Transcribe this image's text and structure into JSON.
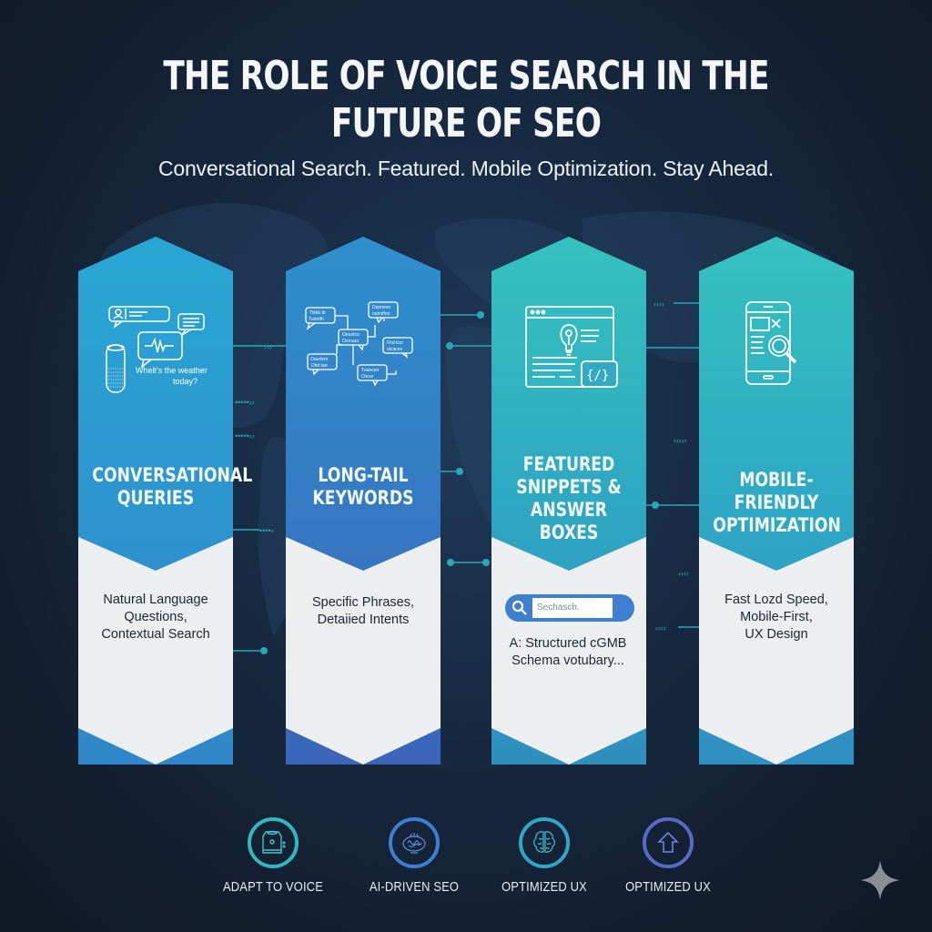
{
  "header": {
    "title_line1": "THE ROLE OF VOICE SEARCH IN THE",
    "title_line2": "FUTURE OF SEO",
    "subtitle": "Conversational Search. Featured. Mobile Optimization. Stay Ahead."
  },
  "columns": [
    {
      "title_line1": "CONVERSATIONAL",
      "title_line2": "QUERIES",
      "title_line3": "",
      "icon": "voice-assistant-chat-icon",
      "icon_caption_line1": "Whelt's the weather",
      "icon_caption_line2": "today?",
      "desc_line1": "Natural Language",
      "desc_line2": "Questions,",
      "desc_line3": "Contextual Search",
      "color_top": "#2aa6d4",
      "color_bottom": "#2f86c8"
    },
    {
      "title_line1": "LONG-TAIL",
      "title_line2": "KEYWORDS",
      "title_line3": "",
      "icon": "keyword-bubbles-icon",
      "desc_line1": "Specific Phrases,",
      "desc_line2": "Detaiied Intents",
      "desc_line3": "",
      "color_top": "#2f8fcc",
      "color_bottom": "#3a67b8"
    },
    {
      "title_line1": "FEATURED",
      "title_line2": "SNIPPETS &",
      "title_line3": "ANSWER BOXES",
      "icon": "browser-lightbulb-code-icon",
      "search_placeholder": "Sechasch.",
      "desc_line1": "A: Structured cGMB",
      "desc_line2": "Schema votubary...",
      "desc_line3": "",
      "color_top": "#34c0bf",
      "color_bottom": "#2f8fbf"
    },
    {
      "title_line1": "MOBILE-FRIENDLY",
      "title_line2": "OPTIMIZATION",
      "title_line3": "",
      "icon": "mobile-search-icon",
      "desc_line1": "Fast Lozd Speed,",
      "desc_line2": "Mobile-First,",
      "desc_line3": "UX Design",
      "color_top": "#34c0bf",
      "color_bottom": "#2f8fc3"
    }
  ],
  "bottom_items": [
    {
      "label": "ADAPT TO VOICE",
      "icon": "smart-speaker-icon",
      "ring_color": "#2fb8c0"
    },
    {
      "label": "AI-DRIVEN SEO",
      "icon": "ai-brain-cloud-icon",
      "ring_color": "#3e7fd6"
    },
    {
      "label": "OPTIMIZED UX",
      "icon": "brain-icon",
      "ring_color": "#2ea8c8"
    },
    {
      "label": "OPTIMIZED UX",
      "icon": "upload-arrow-icon",
      "ring_color": "#5a68c8"
    }
  ],
  "colors": {
    "background": "#152436",
    "panel_white": "#eceef0",
    "connector": "#2aa6b8"
  }
}
